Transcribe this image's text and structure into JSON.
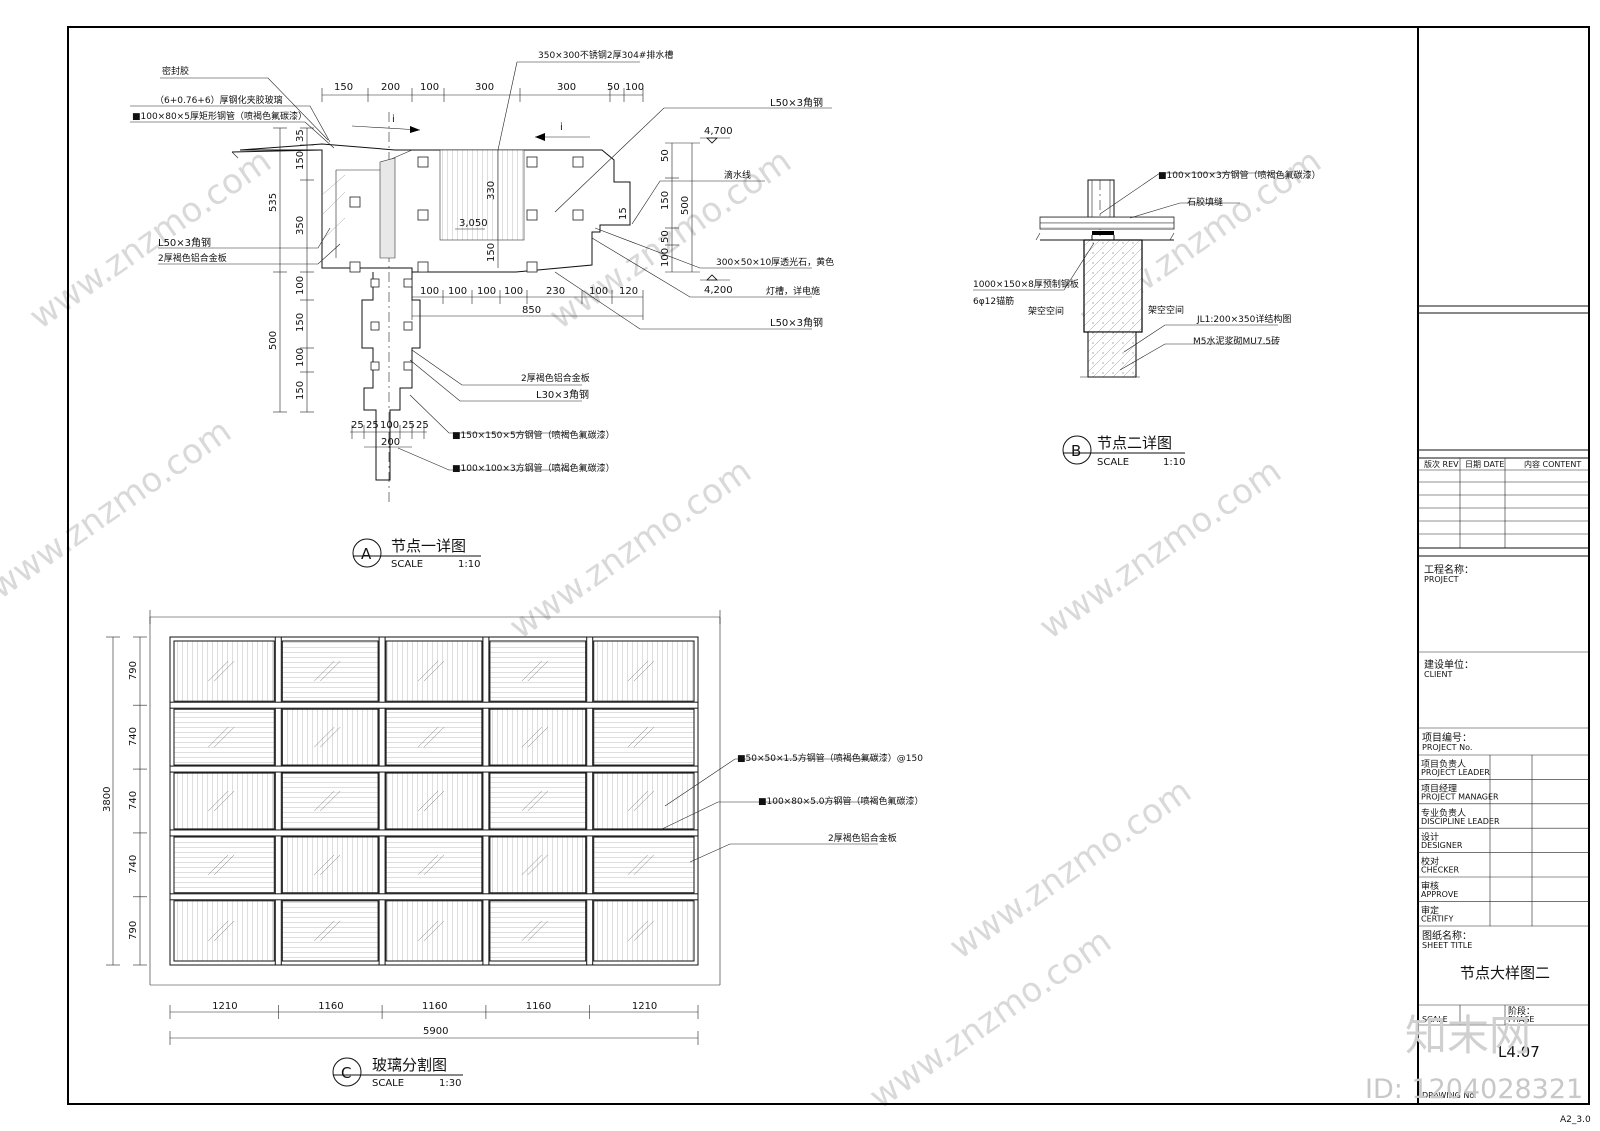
{
  "detail_a": {
    "title": "节点一详图",
    "marker": "A",
    "scale_label": "SCALE",
    "scale_value": "1:10",
    "dims_top": [
      "150",
      "200",
      "100",
      "300",
      "300",
      "50",
      "100"
    ],
    "dims_left": [
      "35",
      "150",
      "535",
      "350"
    ],
    "dims_right": [
      "50",
      "150",
      "50",
      "100",
      "500"
    ],
    "dims_bottom": [
      "100",
      "100",
      "100",
      "100",
      "230",
      "100",
      "120"
    ],
    "dim_850": "850",
    "dims_post_left": [
      "100",
      "150",
      "500",
      "100",
      "150"
    ],
    "dims_post_bottom": [
      "25",
      "25",
      "100",
      "25",
      "25"
    ],
    "dim_200": "200",
    "dim_330": "330",
    "dim_150_mid": "150",
    "dim_15": "15",
    "elev_4700": "4,700",
    "elev_4200": "4,200",
    "elev_3050": "3,050",
    "slope_mark": "i",
    "labels": {
      "sealant": "密封胶",
      "glass": "（6+0.76+6）厚钢化夹胶玻璃",
      "rect_tube": "■100×80×5厚矩形钢管（喷褐色氟碳漆）",
      "angle_l50_left": "L50×3角钢",
      "al_panel_left": "2厚褐色铝合金板",
      "gutter": "350×300不锈钢2厚304#排水槽",
      "angle_l50_right": "L50×3角钢",
      "drip": "滴水线",
      "stone": "300×50×10厚透光石，黄色",
      "lamp": "灯槽，详电施",
      "angle_l50_lower": "L50×3角钢",
      "al_panel_low": "2厚褐色铝合金板",
      "angle_l30": "L30×3角钢",
      "tube_150": "■150×150×5方钢管（喷褐色氟碳漆）",
      "tube_100": "■100×100×3方钢管（喷褐色氟碳漆）"
    }
  },
  "detail_b": {
    "title": "节点二详图",
    "marker": "B",
    "scale_label": "SCALE",
    "scale_value": "1:10",
    "labels": {
      "tube": "■100×100×3方钢管（喷褐色氟碳漆）",
      "stone_joint": "石胶填缝",
      "plate": "1000×150×8厚预制钢板",
      "anchor": "6φ12锚筋",
      "void_left": "架空空间",
      "void_right": "架空空间",
      "beam": "JL1:200×350详结构图",
      "mortar": "M5水泥浆砌MU7.5砖"
    }
  },
  "detail_c": {
    "title": "玻璃分割图",
    "marker": "C",
    "scale_label": "SCALE",
    "scale_value": "1:30",
    "col_widths": [
      "1210",
      "1160",
      "1160",
      "1160",
      "1210"
    ],
    "col_values": [
      1210,
      1160,
      1160,
      1160,
      1210
    ],
    "total_width": "5900",
    "row_heights": [
      "790",
      "740",
      "740",
      "740",
      "790"
    ],
    "row_values": [
      790,
      740,
      740,
      740,
      790
    ],
    "total_height": "3800",
    "labels": {
      "tube_50": "■50×50×1.5方钢管（喷褐色氟碳漆）@150",
      "tube_100x80": "■100×80×5.0方钢管（喷褐色氟碳漆）",
      "al_panel": "2厚褐色铝合金板"
    }
  },
  "title_block": {
    "rev_headers": [
      "版次 REV",
      "日期 DATE",
      "内容 CONTENT"
    ],
    "project_cn": "工程名称：",
    "project_en": "PROJECT",
    "client_cn": "建设单位：",
    "client_en": "CLIENT",
    "project_no_cn": "项目编号：",
    "project_no_en": "PROJECT No.",
    "roles": [
      {
        "cn": "项目负责人",
        "en": "PROJECT LEADER"
      },
      {
        "cn": "项目经理",
        "en": "PROJECT MANAGER"
      },
      {
        "cn": "专业负责人",
        "en": "DISCIPLINE LEADER"
      },
      {
        "cn": "设计",
        "en": "DESIGNER"
      },
      {
        "cn": "校对",
        "en": "CHECKER"
      },
      {
        "cn": "审核",
        "en": "APPROVE"
      },
      {
        "cn": "审定",
        "en": "CERTIFY"
      }
    ],
    "sheet_title_cn": "图纸名称：",
    "sheet_title_en": "SHEET TITLE",
    "sheet_title_value": "节点大样图二",
    "scale_en": "SCALE",
    "phase_cn": "阶段：",
    "phase_en": "PHASE",
    "drawing_no": "L4.07",
    "drawing_no_label": "DRAWING No."
  },
  "sheet_code": "A2_3.0",
  "watermark": {
    "site": "www.znzmo.com",
    "brand": "知末网",
    "id_text": "ID: 1204028321"
  }
}
